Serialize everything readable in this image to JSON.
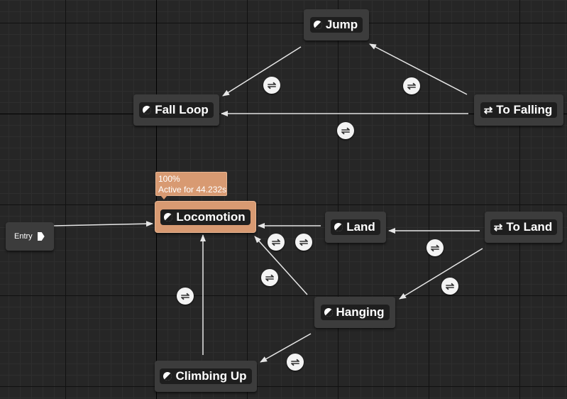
{
  "entry": {
    "label": "Entry"
  },
  "states": {
    "jump": "Jump",
    "fall_loop": "Fall Loop",
    "to_falling": "To Falling",
    "locomotion": "Locomotion",
    "land": "Land",
    "to_land": "To Land",
    "hanging": "Hanging",
    "climbing_up": "Climbing Up"
  },
  "active_state": {
    "weight": "100%",
    "active_for": "Active for 44.232s"
  },
  "icons": {
    "state": "state-icon",
    "conduit": "conduit-icon",
    "transition": "transition-rule-icon",
    "entry": "entry-arrow-icon"
  },
  "colors": {
    "background": "#262626",
    "node": "#3c3c3c",
    "active_node": "#d89a72",
    "edge": "#e6e6e6"
  }
}
